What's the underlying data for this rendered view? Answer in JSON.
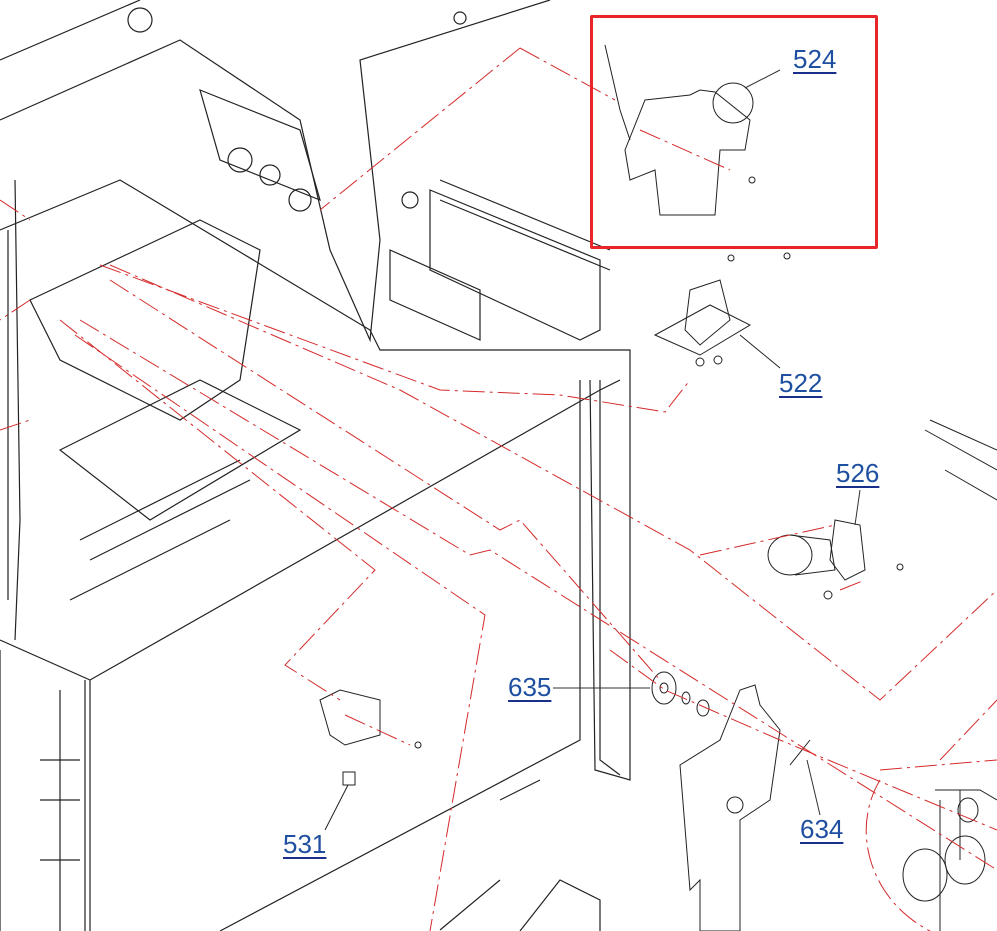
{
  "diagram": {
    "type": "exploded-parts-diagram",
    "highlight_color": "#e8262a",
    "leader_color": "#d42a2a",
    "callout_color": "#1f4fa0",
    "highlighted_part": "524",
    "callouts": [
      {
        "id": "524",
        "label": "524"
      },
      {
        "id": "522",
        "label": "522"
      },
      {
        "id": "526",
        "label": "526"
      },
      {
        "id": "635",
        "label": "635"
      },
      {
        "id": "634",
        "label": "634"
      },
      {
        "id": "531",
        "label": "531"
      }
    ]
  }
}
